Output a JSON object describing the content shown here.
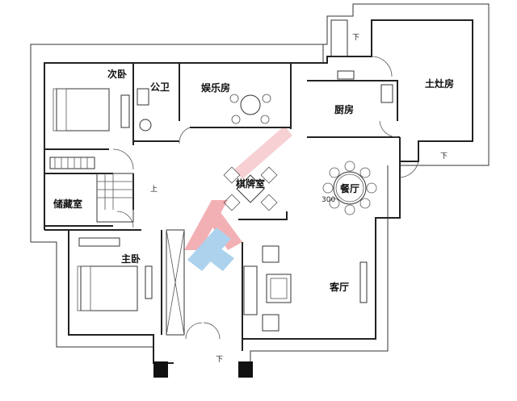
{
  "rooms": {
    "secondary_bedroom": "次卧",
    "public_bathroom": "公卫",
    "entertainment_room": "娱乐房",
    "kitchen": "厨房",
    "earth_stove_room": "土灶房",
    "chess_room": "棋牌室",
    "dining_room": "餐厅",
    "storage_room": "储藏室",
    "master_bedroom": "主卧",
    "living_room": "客厅"
  },
  "stairs": {
    "up": "上",
    "down": "下"
  },
  "dining_table_note": "300",
  "watermark_colors": {
    "red": "#e8707a",
    "blue": "#6aaee0"
  }
}
